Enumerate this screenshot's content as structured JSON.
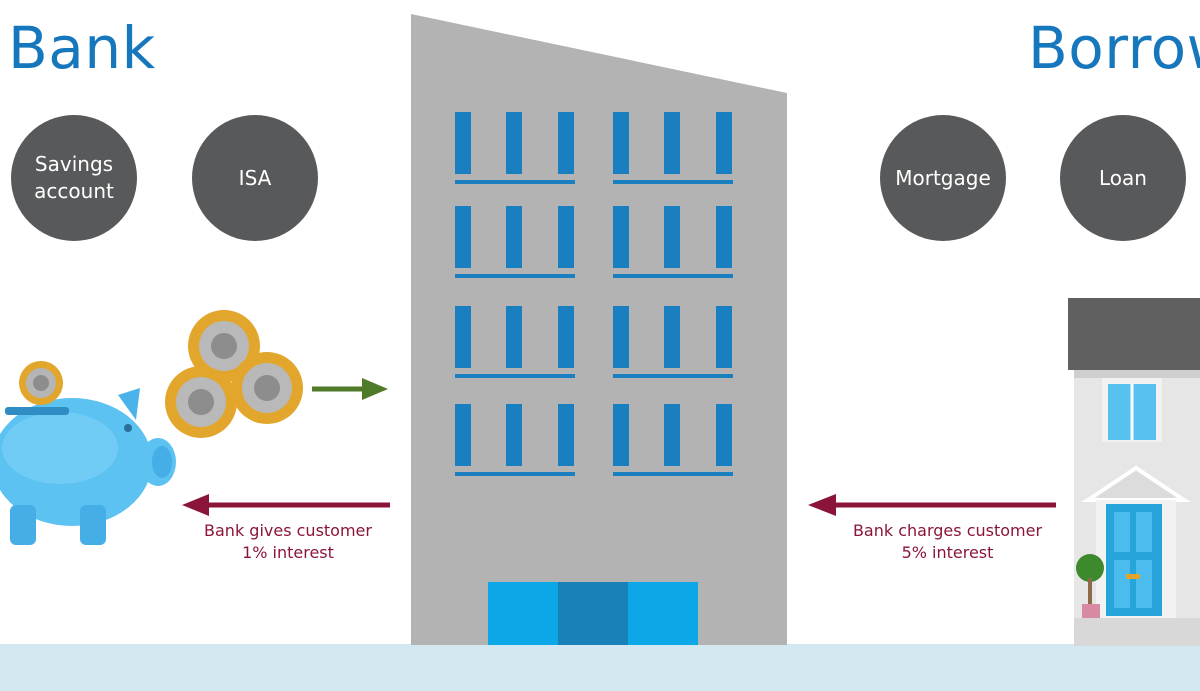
{
  "bank_side": {
    "heading": "Bank",
    "products": [
      {
        "label": "Savings\naccount"
      },
      {
        "label": "ISA"
      }
    ],
    "caption": "Bank gives customer\n1% interest"
  },
  "borrow_side": {
    "heading": "Borrow",
    "products": [
      {
        "label": "Mortgage"
      },
      {
        "label": "Loan"
      }
    ],
    "caption": "Bank charges customer\n5% interest"
  },
  "colors": {
    "heading": "#1677bd",
    "bubble": "#58595b",
    "caption_arrow": "#8b1538",
    "deposit_arrow": "#4f7a28",
    "building": "#b3b3b3",
    "window": "#1a7fc1",
    "ground": "#d4e8f2",
    "piggy": "#4db8ee",
    "coin": "#e2a62c"
  }
}
